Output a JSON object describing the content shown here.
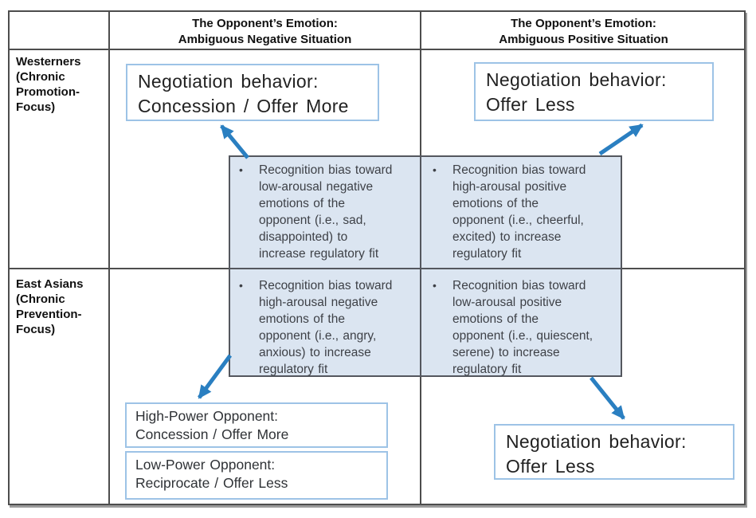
{
  "header": {
    "col_negative": "The Opponent’s Emotion:\nAmbiguous Negative Situation",
    "col_positive": "The Opponent’s Emotion:\nAmbiguous Positive Situation"
  },
  "row_labels": {
    "westerners": "Westerners\n(Chronic\nPromotion-\nFocus)",
    "east_asians": "East Asians\n(Chronic\nPrevention-\nFocus)"
  },
  "behavior_boxes": {
    "west_negative": "Negotiation behavior:\nConcession / Offer More",
    "west_positive": "Negotiation behavior:\nOffer Less",
    "east_positive": "Negotiation behavior:\nOffer Less",
    "high_power": "High-Power Opponent:\nConcession / Offer More",
    "low_power": "Low-Power Opponent:\nReciprocate / Offer Less"
  },
  "recognition_bias": {
    "bullet": "•",
    "west_negative": "Recognition bias toward\nlow-arousal negative\nemotions of the\nopponent (i.e., sad,\ndisappointed) to\nincrease regulatory fit",
    "west_positive": "Recognition bias toward\nhigh-arousal positive\nemotions of the\nopponent (i.e., cheerful,\nexcited) to increase\nregulatory fit",
    "east_negative": "Recognition bias toward\nhigh-arousal negative\nemotions of the\nopponent (i.e., angry,\nanxious) to increase\nregulatory fit",
    "east_positive": "Recognition bias toward\nlow-arousal positive\nemotions of the\nopponent (i.e., quiescent,\nserene) to increase\nregulatory fit"
  },
  "colors": {
    "arrow": "#2a7fc1",
    "shaded_fill": "#dbe5f1",
    "shaded_border": "#54575e",
    "light_box_border": "#9dc3e6",
    "table_border": "#4d4d4d",
    "text_dark": "#222222",
    "text_body": "#3e4147"
  }
}
